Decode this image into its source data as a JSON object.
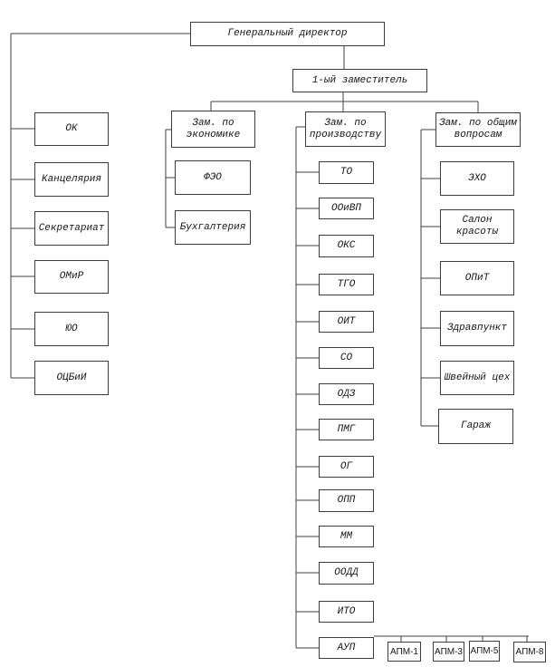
{
  "org_chart": {
    "general_director": "Генеральный директор",
    "first_deputy": "1-ый заместитель",
    "director_departments": [
      "ОК",
      "Канцелярия",
      "Секретариат",
      "ОМиР",
      "ЮО",
      "ОЦБиИ"
    ],
    "economics": {
      "head": "Зам. по экономике",
      "units": [
        "ФЭО",
        "Бухгалтерия"
      ]
    },
    "production": {
      "head": "Зам. по производству",
      "units": [
        "ТО",
        "ООиВП",
        "ОКС",
        "ТГО",
        "ОИТ",
        "СО",
        "ОДЗ",
        "ПМГ",
        "ОГ",
        "ОПП",
        "ММ",
        "ООДД",
        "ИТО",
        "АУП"
      ]
    },
    "general_affairs": {
      "head": "Зам. по общим вопросам",
      "units": [
        "ЭХО",
        "Салон красоты",
        "ОПиТ",
        "Здравпункт",
        "Швейный цех",
        "Гараж"
      ]
    },
    "apm_units": [
      "АПМ-1",
      "АПМ-3",
      "АПМ-5",
      "АПМ-8"
    ]
  },
  "colors": {
    "background": "#ffffff",
    "box_border": "#3c3c3c",
    "connector_line": "#3f3f3f",
    "text": "#161616"
  }
}
